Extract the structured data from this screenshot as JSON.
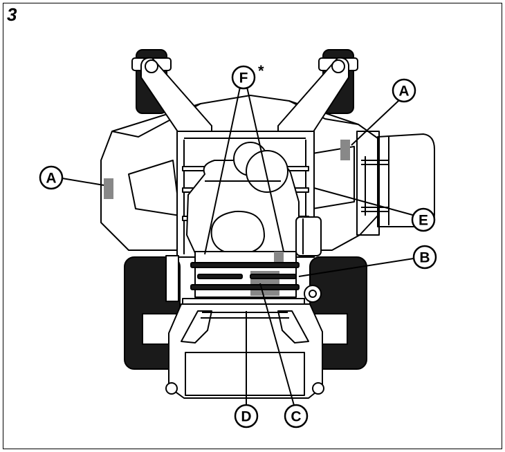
{
  "figure_number": "3",
  "callouts": {
    "A_left": "A",
    "A_right": "A",
    "B": "B",
    "C": "C",
    "D": "D",
    "E": "E",
    "F": "F"
  },
  "f_marker": "*",
  "colors": {
    "line": "#000000",
    "tire": "#1a1a1a",
    "label_patch": "#888888",
    "fill": "#ffffff"
  }
}
